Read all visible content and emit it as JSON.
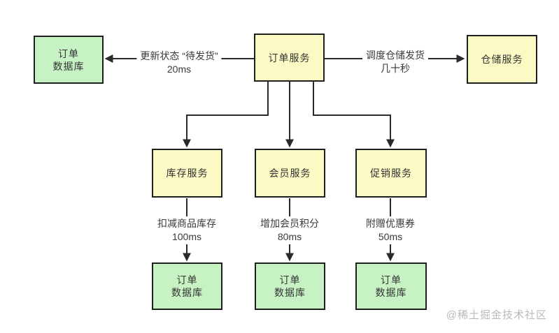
{
  "colors": {
    "background": "#ffffff",
    "service_fill": "#fbf9c4",
    "db_fill": "#c7f3c4",
    "border": "#1f1f1f",
    "line": "#2a2a2a",
    "node_text": "#333333",
    "label_text": "#3a3a3a",
    "watermark": "#b9b9b9"
  },
  "nodes": {
    "order_db_top": {
      "label": "订单\n数据库"
    },
    "order_service": {
      "label": "订单服务"
    },
    "warehouse_service": {
      "label": "仓储服务"
    },
    "inventory_service": {
      "label": "库存服务"
    },
    "member_service": {
      "label": "会员服务"
    },
    "promotion_service": {
      "label": "促销服务"
    },
    "order_db_inventory": {
      "label": "订单\n数据库"
    },
    "order_db_member": {
      "label": "订单\n数据库"
    },
    "order_db_promotion": {
      "label": "订单\n数据库"
    }
  },
  "edge_labels": {
    "update_status": {
      "line1": "更新状态 “待发货”",
      "line2": "20ms"
    },
    "dispatch_warehouse": {
      "line1": "调度仓储发货",
      "line2": "几十秒"
    },
    "deduct_stock": {
      "line1": "扣减商品库存",
      "line2": "100ms"
    },
    "add_points": {
      "line1": "增加会员积分",
      "line2": "80ms"
    },
    "attach_coupon": {
      "line1": "附赠优惠券",
      "line2": "50ms"
    }
  },
  "watermark": "@稀土掘金技术社区"
}
